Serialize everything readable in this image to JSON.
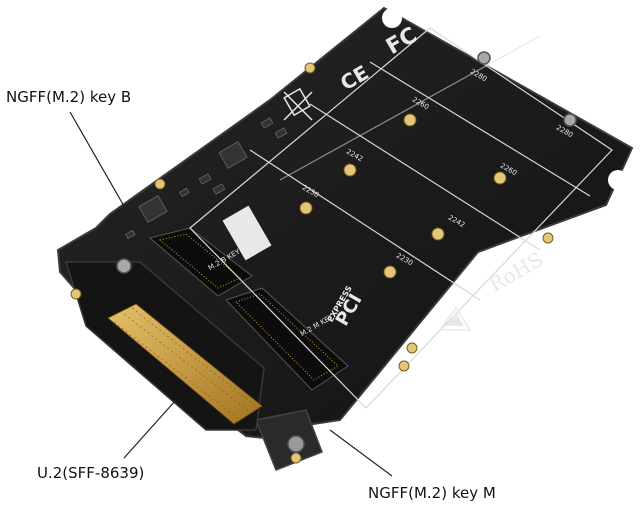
{
  "callouts": {
    "key_b": "NGFF(M.2) key B",
    "u2": "U.2(SFF-8639)",
    "key_m": "NGFF(M.2) key M"
  },
  "board_marks": {
    "fc": "FC",
    "ce": "CE",
    "rohs": "RoHS",
    "pci": "PCI",
    "express": "EXPRESS",
    "m2_b_key": "M.2 B KEY",
    "m2_m_key": "M.2 M KEY",
    "sizes": {
      "s2280_top": "2280",
      "s2260_top": "2260",
      "s2242_top": "2242",
      "s2230_top": "2230",
      "s2280_right": "2280",
      "s2260_right": "2260",
      "s2242_right": "2242",
      "s2230_right": "2230"
    }
  },
  "colors": {
    "pcb": "#1b1b1b",
    "pcb_edge": "#2e2e2e",
    "silkscreen": "#e8e8e8",
    "gold": "#c99a3c",
    "pad": "#e2c77a",
    "callout_line": "#222222"
  }
}
